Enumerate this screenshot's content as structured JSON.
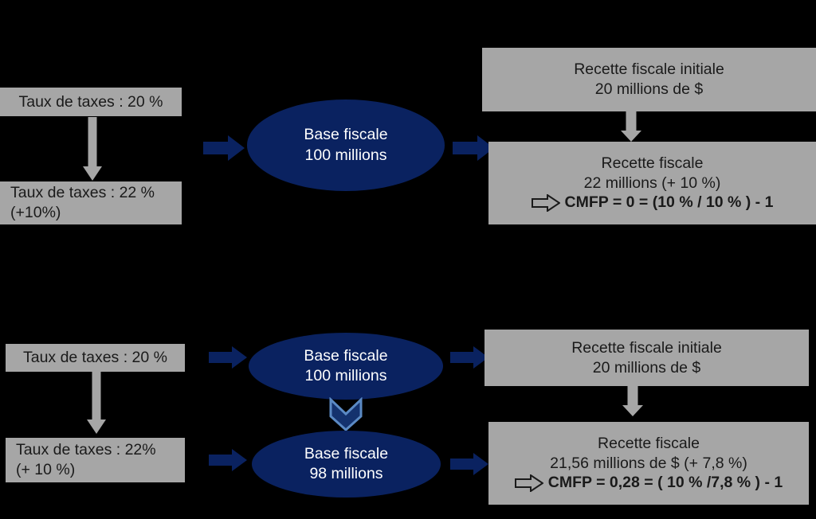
{
  "colors": {
    "background": "#000000",
    "box_gray": "#a6a6a6",
    "navy": "#0a2260",
    "chevron_fill": "#14326e",
    "chevron_border": "#5b8ac4",
    "text_dark": "#1a1a1a",
    "text_light": "#ffffff"
  },
  "scenario_1": {
    "tax_rate_initial": "Taux de taxes : 20 %",
    "tax_rate_new_line1": "Taux de taxes : 22 %",
    "tax_rate_new_line2": "(+10%)",
    "base_line1": "Base fiscale",
    "base_line2": "100 millions",
    "revenue_initial_line1": "Recette fiscale initiale",
    "revenue_initial_line2": "20 millions de $",
    "revenue_line1": "Recette fiscale",
    "revenue_line2": "22 millions (+ 10 %)",
    "cmfp": "CMFP = 0 = (10 % / 10 % ) - 1"
  },
  "scenario_2": {
    "tax_rate_initial": "Taux de taxes : 20 %",
    "tax_rate_new_line1": "Taux de taxes : 22%",
    "tax_rate_new_line2": "(+ 10 %)",
    "base_a_line1": "Base fiscale",
    "base_a_line2": "100 millions",
    "base_b_line1": "Base fiscale",
    "base_b_line2": "98 millions",
    "revenue_initial_line1": "Recette fiscale initiale",
    "revenue_initial_line2": "20 millions de $",
    "revenue_line1": "Recette fiscale",
    "revenue_line2": "21,56 millions de $ (+ 7,8 %)",
    "cmfp": "CMFP = 0,28 = ( 10 % /7,8 % ) - 1"
  },
  "icons": {
    "flow_arrow": "right-block-arrow",
    "down_arrow": "down-block-arrow",
    "cmfp_marker": "outline-right-arrow",
    "base_shrink": "down-chevron"
  }
}
